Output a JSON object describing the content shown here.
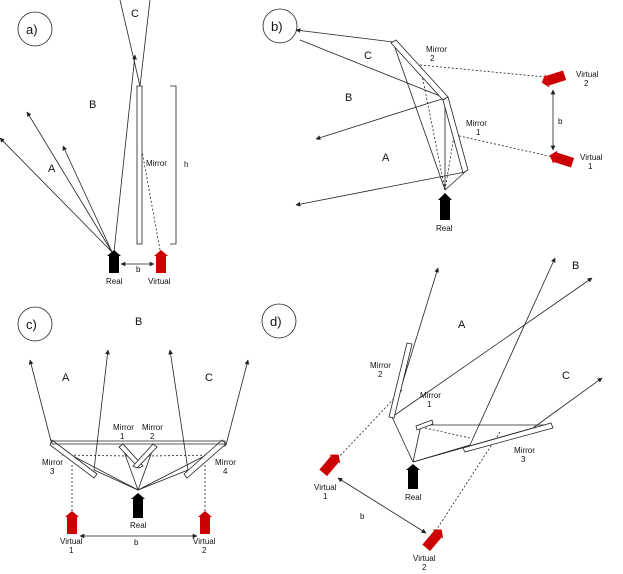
{
  "panels": {
    "a": {
      "label": "a)",
      "rays": [
        "A",
        "B",
        "C"
      ],
      "mirror": "Mirror",
      "h": "h",
      "b": "b",
      "real": "Real",
      "virtual": "Virtual"
    },
    "b": {
      "label": "b)",
      "rays": [
        "A",
        "B",
        "C"
      ],
      "mirror1": [
        "Mirror",
        "1"
      ],
      "mirror2": [
        "Mirror",
        "2"
      ],
      "b": "b",
      "real": "Real",
      "virtual1": [
        "Virtual",
        "1"
      ],
      "virtual2": [
        "Virtual",
        "2"
      ]
    },
    "c": {
      "label": "c)",
      "rays": [
        "A",
        "B",
        "C"
      ],
      "mirror1": [
        "Mirror",
        "1"
      ],
      "mirror2": [
        "Mirror",
        "2"
      ],
      "mirror3": [
        "Mirror",
        "3"
      ],
      "mirror4": [
        "Mirror",
        "4"
      ],
      "b": "b",
      "real": "Real",
      "virtual1": [
        "Virtual",
        "1"
      ],
      "virtual2": [
        "Virtual",
        "2"
      ]
    },
    "d": {
      "label": "d)",
      "rays": [
        "A",
        "B",
        "C"
      ],
      "mirror1": [
        "Mirror",
        "1"
      ],
      "mirror2": [
        "Mirror",
        "2"
      ],
      "mirror3": [
        "Mirror",
        "3"
      ],
      "b": "b",
      "real": "Real",
      "virtual1": [
        "Virtual",
        "1"
      ],
      "virtual2": [
        "Virtual",
        "2"
      ]
    }
  },
  "colors": {
    "real_camera": "#000000",
    "virtual_camera": "#cc0000",
    "line": "#222222"
  }
}
